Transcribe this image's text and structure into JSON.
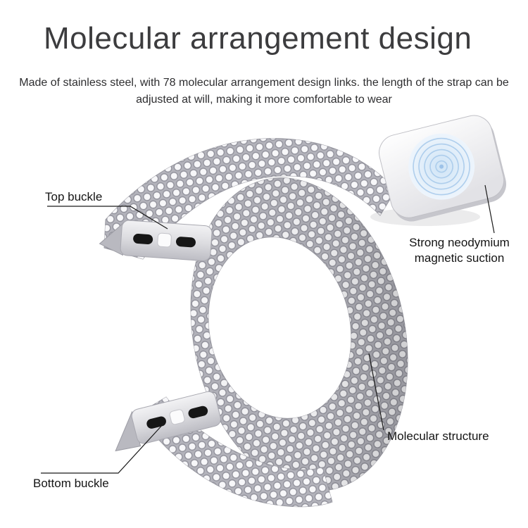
{
  "colors": {
    "title_color": "#3c3c3e",
    "body_text": "#2e2e30",
    "label_text": "#141414",
    "band_base": "#b3b3bb",
    "band_link": "#f7f7f9",
    "link_stroke": "#90909a",
    "slot_black": "#161616",
    "charger_ring": "#a5c8ea",
    "line_color": "#1a1a1a"
  },
  "header": {
    "title": "Molecular arrangement design",
    "subtitle_line1": "Made of stainless steel, with 78 molecular arrangement design links. the length",
    "subtitle_line2": "of the strap can be adjusted at will, making it more comfortable to wear"
  },
  "callouts": {
    "top_buckle": {
      "label": "Top buckle"
    },
    "magnetic": {
      "label_line1": "Strong neodymium",
      "label_line2": "magnetic suction"
    },
    "molecular": {
      "label": "Molecular structure"
    },
    "bottom_buckle": {
      "label": "Bottom buckle"
    }
  }
}
